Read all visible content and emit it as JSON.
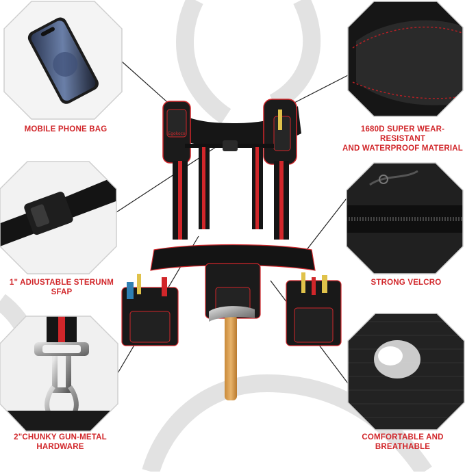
{
  "features": [
    {
      "id": "mobile-phone-bag",
      "label": "MOBILE PHONE BAG"
    },
    {
      "id": "super-wear-resistant",
      "label_line1": "1680D SUPER WEAR-RESISTANT",
      "label_line2": "AND WATERPROOF MATERIAL"
    },
    {
      "id": "adjustable-sternum-strap",
      "label": "1\" ADIUSTABLE STERUNM SFAP"
    },
    {
      "id": "strong-velcro",
      "label": "STRONG VELCRO"
    },
    {
      "id": "gun-metal-hardware",
      "label_line1": "2\"CHUNKY GUN-METAL",
      "label_line2": "HARDWARE"
    },
    {
      "id": "comfortable-breathable",
      "label": "COMFORTABLE AND BREATHABLE"
    }
  ],
  "brand": {
    "logo_text": "Egokoco"
  },
  "colors": {
    "accent": "#d1262a",
    "strap": "#151515",
    "background_arc": "#e2e2e2"
  }
}
